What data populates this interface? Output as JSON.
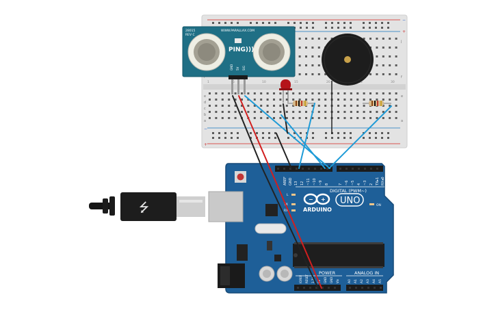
{
  "colors": {
    "breadboard": "#e6e6e6",
    "rail_red": "#d9534f",
    "rail_blue": "#4a90c8",
    "arduino_blue": "#1e5f98",
    "arduino_edge": "#174a78",
    "sensor_teal": "#1f6f85",
    "wire_black": "#222222",
    "wire_red": "#d11f1f",
    "wire_blue": "#1e9bd7",
    "buzzer": "#1d1d1d",
    "led": "#b5141a"
  },
  "sensor": {
    "model": "28015",
    "rev": "REV C",
    "website": "WWW.PARALLAX.COM",
    "logo": "PING)))",
    "pin_gnd": "GND",
    "pin_5v": "5V",
    "pin_sig": "SIG"
  },
  "breadboard": {
    "plus": "+",
    "minus": "−",
    "row_letters_top": [
      "j",
      "i",
      "h",
      "g",
      "f"
    ],
    "row_letters_bottom": [
      "e",
      "d",
      "c",
      "b",
      "a"
    ],
    "col_numbers": [
      "1",
      "5",
      "10",
      "15",
      "20",
      "25",
      "30"
    ]
  },
  "arduino": {
    "brand": "ARDUINO",
    "model": "UNO",
    "digital_label": "DIGITAL (PWM~)",
    "power_label": "POWER",
    "analog_label": "ANALOG IN",
    "on_label": "ON",
    "tx_label": "TX",
    "rx_label": "RX",
    "l_label": "L",
    "top_pins": [
      "AREF",
      "GND",
      "13",
      "12",
      "~11",
      "~10",
      "~9",
      "8",
      "7",
      "~6",
      "~5",
      "4",
      "~3",
      "2",
      "TX▸1",
      "RX◂0"
    ],
    "power_pins": [
      "IOREF",
      "RESET",
      "3.3V",
      "5V",
      "GND",
      "GND",
      "Vin"
    ],
    "analog_pins": [
      "A0",
      "A1",
      "A2",
      "A3",
      "A4",
      "A5"
    ]
  }
}
